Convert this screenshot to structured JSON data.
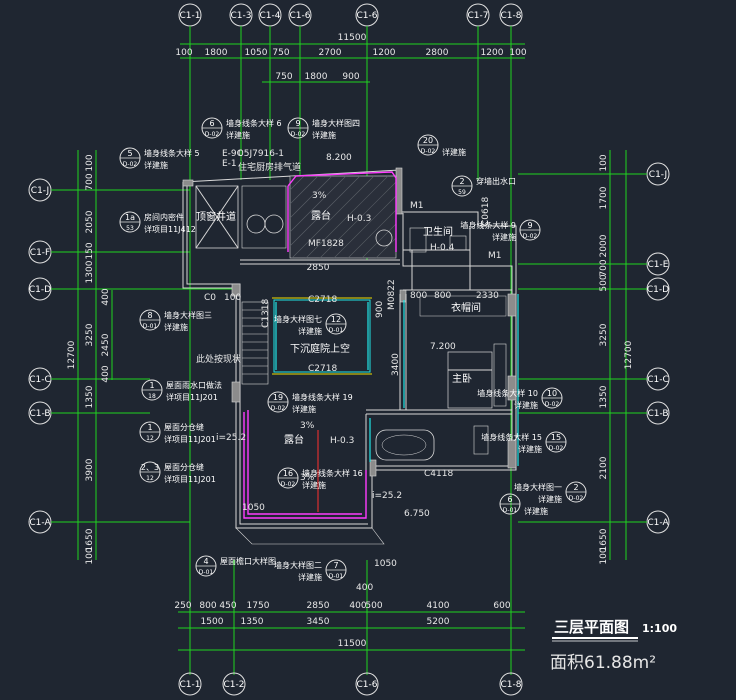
{
  "drawing": {
    "title": "三层平面图",
    "scale": "1:100",
    "area": "面积61.88m²"
  },
  "axes": {
    "top": [
      "C1-1",
      "C1-3",
      "C1-4",
      "C1-6",
      "C1-6",
      "C1-7",
      "C1-8"
    ],
    "bottom": [
      "C1-1",
      "C1-2",
      "C1-6",
      "C1-8"
    ],
    "left": [
      "C1-J",
      "C1-F",
      "C1-D",
      "C1-C",
      "C1-B",
      "C1-A"
    ],
    "right": [
      "C1-J",
      "C1-E",
      "C1-D",
      "C1-C",
      "C1-B",
      "C1-A"
    ]
  },
  "dims": {
    "top_total": "11500",
    "top_row1": [
      "100",
      "1800",
      "1050",
      "750",
      "2700",
      "1200",
      "2800",
      "1200",
      "100"
    ],
    "top_row2": [
      "750",
      "1800",
      "900"
    ],
    "bottom_total": "11500",
    "bottom_row1": [
      "250",
      "800",
      "450",
      "1750",
      "2850",
      "400",
      "500",
      "4100",
      "600"
    ],
    "bottom_row2": [
      "1500",
      "1350",
      "3450",
      "5200"
    ],
    "left_total": "12700",
    "left_row1": [
      "100",
      "700",
      "2050",
      "150",
      "1300",
      "400",
      "2450",
      "400",
      "1350",
      "3900",
      "1650",
      "100"
    ],
    "left_row2": [
      "3250"
    ],
    "right_total": "12700",
    "right_row1": [
      "100",
      "1700",
      "2000",
      "700",
      "500",
      "3250",
      "1350",
      "2100",
      "1650",
      "100"
    ]
  },
  "rooms": {
    "atrium_well": "顶窗井道",
    "terrace_top": "露台",
    "bath": "卫生间",
    "closet": "衣帽间",
    "sunken_court": "下沉庭院上空",
    "bedroom": "主卧",
    "terrace_bottom": "露台"
  },
  "levels": {
    "h03_top": "H-0.3",
    "h04": "H-0.4",
    "h03_bottom": "H-0.3",
    "ffl": "7.200",
    "ffl_low": "6.750",
    "slope1": "3%",
    "slope2": "3%",
    "slope3": "3%"
  },
  "callouts": [
    {
      "num": "6",
      "sheet": "D-02",
      "line1": "墙身线条大样 6",
      "line2": "详建施"
    },
    {
      "num": "9",
      "sheet": "D-02",
      "line1": "墙身大样图四",
      "line2": "详建施"
    },
    {
      "num": "5",
      "sheet": "D-02",
      "line1": "墙身线条大样 5",
      "line2": "详建施"
    },
    {
      "num": "20",
      "sheet": "D-02",
      "line1": "",
      "line2": "详建施"
    },
    {
      "num": "2",
      "sheet": "59",
      "line1": "穿墙出水口",
      "line2": ""
    },
    {
      "num": "1a",
      "sheet": "53",
      "line1": "房间内密件",
      "line2": "详项目11J412"
    },
    {
      "num": "9",
      "sheet": "D-02",
      "line1": "墙身线条大样 9",
      "line2": "详建施"
    },
    {
      "num": "8",
      "sheet": "D-01",
      "line1": "墙身大样图三",
      "line2": "详建施"
    },
    {
      "num": "12",
      "sheet": "D-01",
      "line1": "墙身大样图七",
      "line2": "详建施"
    },
    {
      "num": "1",
      "sheet": "18",
      "line1": "屋面雨水口做法",
      "line2": "详项目11J201"
    },
    {
      "num": "19",
      "sheet": "D-02",
      "line1": "墙身线条大样 19",
      "line2": "详建施"
    },
    {
      "num": "10",
      "sheet": "D-02",
      "line1": "墙身线条大样 10",
      "line2": "详建施"
    },
    {
      "num": "1",
      "sheet": "12",
      "line1": "屋面分仓缝",
      "line2": "详项目11J201"
    },
    {
      "num": "15",
      "sheet": "D-02",
      "line1": "墙身线条大样 15",
      "line2": "详建施"
    },
    {
      "num": "2、3",
      "sheet": "12",
      "line1": "屋面分仓缝",
      "line2": "详项目11J201"
    },
    {
      "num": "16",
      "sheet": "D-02",
      "line1": "墙身线条大样 16",
      "line2": "详建施"
    },
    {
      "num": "2",
      "sheet": "D-02",
      "line1": "墙身大样图一",
      "line2": "详建施"
    },
    {
      "num": "6",
      "sheet": "D-01",
      "line1": "",
      "line2": "详建施"
    },
    {
      "num": "4",
      "sheet": "D-01",
      "line1": "屋面檐口大样图",
      "line2": ""
    },
    {
      "num": "7",
      "sheet": "D-01",
      "line1": "墙身大样图二",
      "line2": "详建施"
    }
  ],
  "misc": {
    "ref_a": "E-9C",
    "ref_b": "E-1",
    "ref_c": "05J7916-1",
    "ref_d": "住宅厨房排气道",
    "dim_8200": "8.200",
    "m1": "M1",
    "m1b": "M1",
    "mf": "MF1828",
    "c1": "C0",
    "c2": "C2718",
    "c3": "C2718",
    "c4": "C4118",
    "c5": "C0618",
    "c6": "C1318",
    "c7": "M0822",
    "d2850": "2850",
    "d800a": "800",
    "d800b": "800",
    "d2330": "2330",
    "d1050a": "1050",
    "d1050b": "1050",
    "d3400": "3400",
    "d900": "900",
    "d400": "400",
    "d100": "100",
    "d2": "i=25.2",
    "d3": "i=25.2",
    "stair": "此处按现状"
  }
}
